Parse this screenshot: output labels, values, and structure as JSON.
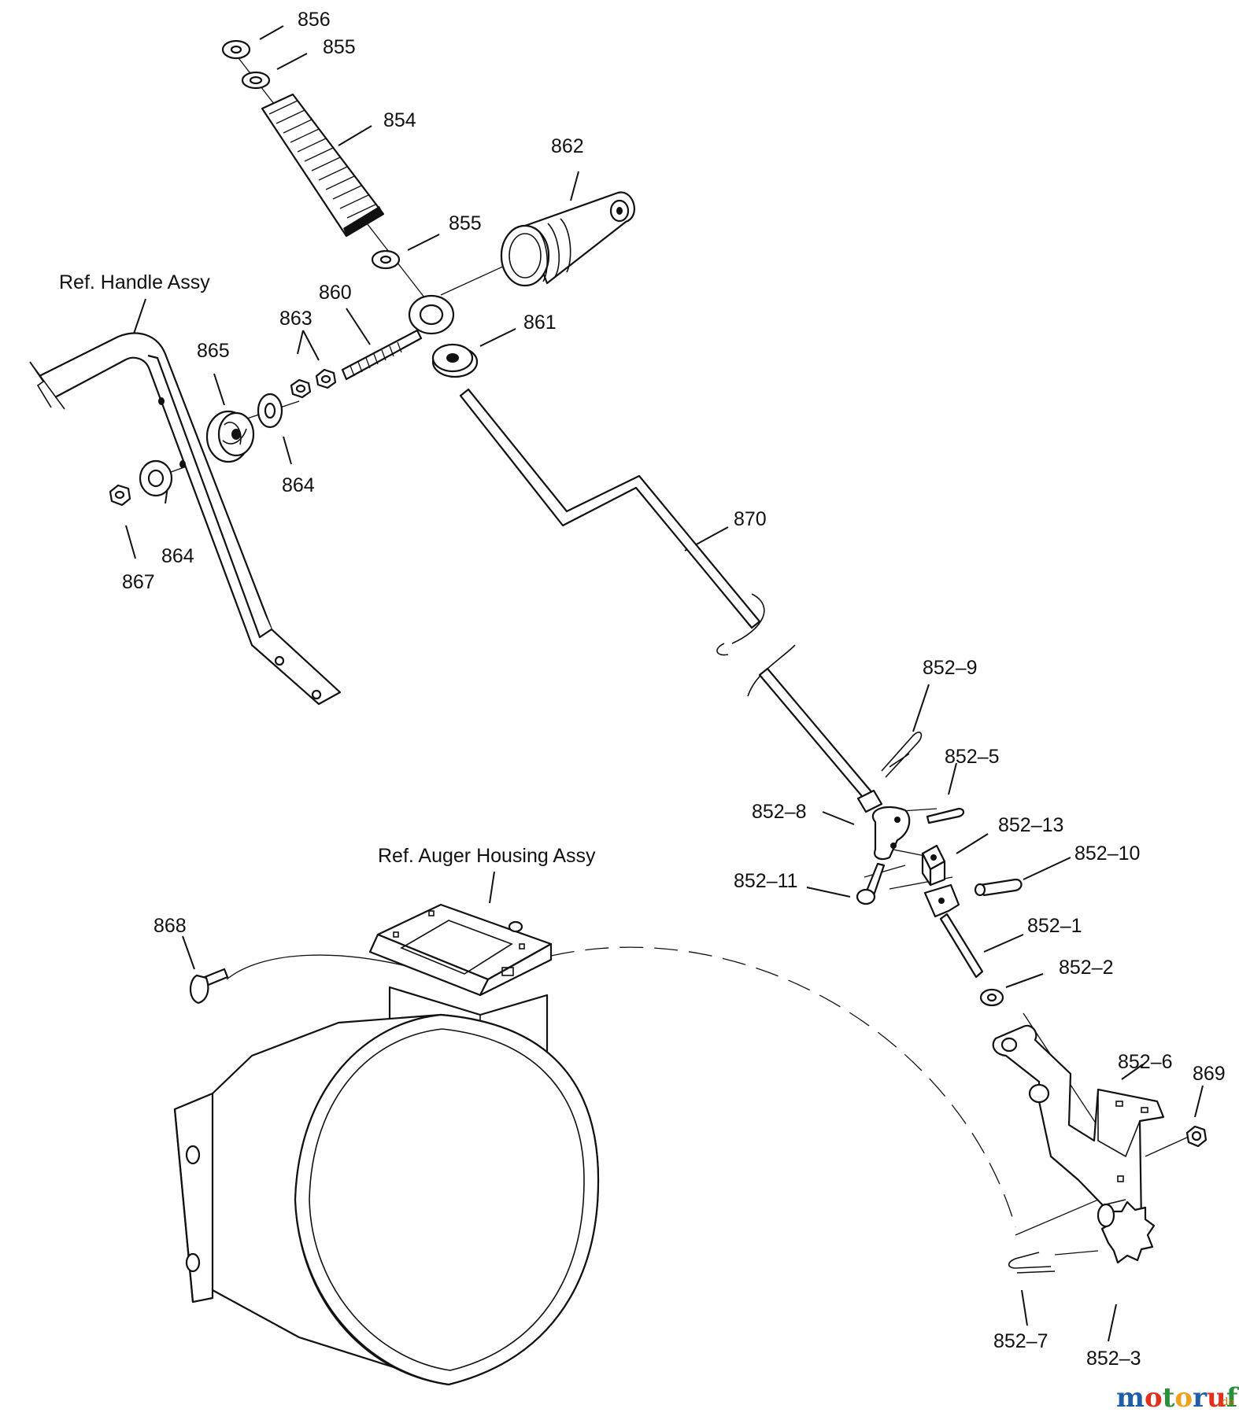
{
  "labels": {
    "p856": "856",
    "p855a": "855",
    "p854": "854",
    "p862": "862",
    "p855b": "855",
    "ref_handle": "Ref. Handle Assy",
    "p860": "860",
    "p863": "863",
    "p861": "861",
    "p865": "865",
    "p864a": "864",
    "p864b": "864",
    "p867": "867",
    "p870": "870",
    "p852_9": "852–9",
    "p852_5": "852–5",
    "p852_8": "852–8",
    "p852_13": "852–13",
    "p852_10": "852–10",
    "p852_11": "852–11",
    "p852_1": "852–1",
    "p852_2": "852–2",
    "ref_auger": "Ref. Auger Housing Assy",
    "p868": "868",
    "p852_6": "852–6",
    "p869": "869",
    "p852_7": "852–7",
    "p852_3": "852–3"
  },
  "logo": {
    "m": "m",
    "o1": "o",
    "t": "t",
    "o2": "o",
    "r": "r",
    "u": "u",
    "f": "f",
    "suffix": ".de",
    "colors": [
      "#1f5fa8",
      "#e0301e",
      "#2a8f3a",
      "#f0a020",
      "#1f5fa8",
      "#e0301e",
      "#2a8f3a"
    ]
  }
}
